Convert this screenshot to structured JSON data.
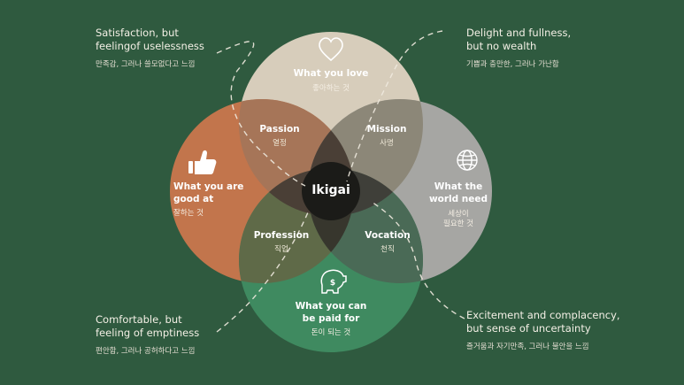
{
  "center": {
    "en": "Ikigai"
  },
  "circles": {
    "love": {
      "en": "What you love",
      "ko": "좋아하는 것",
      "icon": "heart-icon",
      "color": "#d7cdbb"
    },
    "good": {
      "en_line1": "What you are",
      "en_line2": "good at",
      "ko": "잘하는 것",
      "icon": "thumbs-up-icon",
      "color": "#c2754c"
    },
    "need": {
      "en_line1": "What the",
      "en_line2": "world need",
      "ko_line1": "세상이",
      "ko_line2": "필요한 것",
      "icon": "globe-icon",
      "color": "#a6a6a3"
    },
    "paid": {
      "en_line1": "What you can",
      "en_line2": "be paid for",
      "ko": "돈이 되는 것",
      "icon": "piggy-bank-icon",
      "color": "#3f8a60"
    }
  },
  "overlaps": {
    "passion": {
      "en": "Passion",
      "ko": "열정"
    },
    "mission": {
      "en": "Mission",
      "ko": "사명"
    },
    "profession": {
      "en": "Profession",
      "ko": "직업"
    },
    "vocation": {
      "en": "Vocation",
      "ko": "천직"
    }
  },
  "corners": {
    "top_left": {
      "line1": "Satisfaction, but",
      "line2": "feelingof uselessness",
      "ko": "만족감, 그러나 쓸모없다고 느낌"
    },
    "top_right": {
      "line1": "Delight and fullness,",
      "line2": "but no wealth",
      "ko": "기쁨과 충만한, 그러나 가난함"
    },
    "bottom_left": {
      "line1": "Comfortable, but",
      "line2": "feeling of emptiness",
      "ko": "편안함, 그러나 공허하다고 느낌"
    },
    "bottom_right": {
      "line1": "Excitement and complacency,",
      "line2": "but sense of uncertainty",
      "ko": "즐거움과 자기만족, 그러나 불안을 느낌"
    }
  },
  "colors": {
    "background": "#2f5a3f",
    "center": "#1b1b18"
  }
}
